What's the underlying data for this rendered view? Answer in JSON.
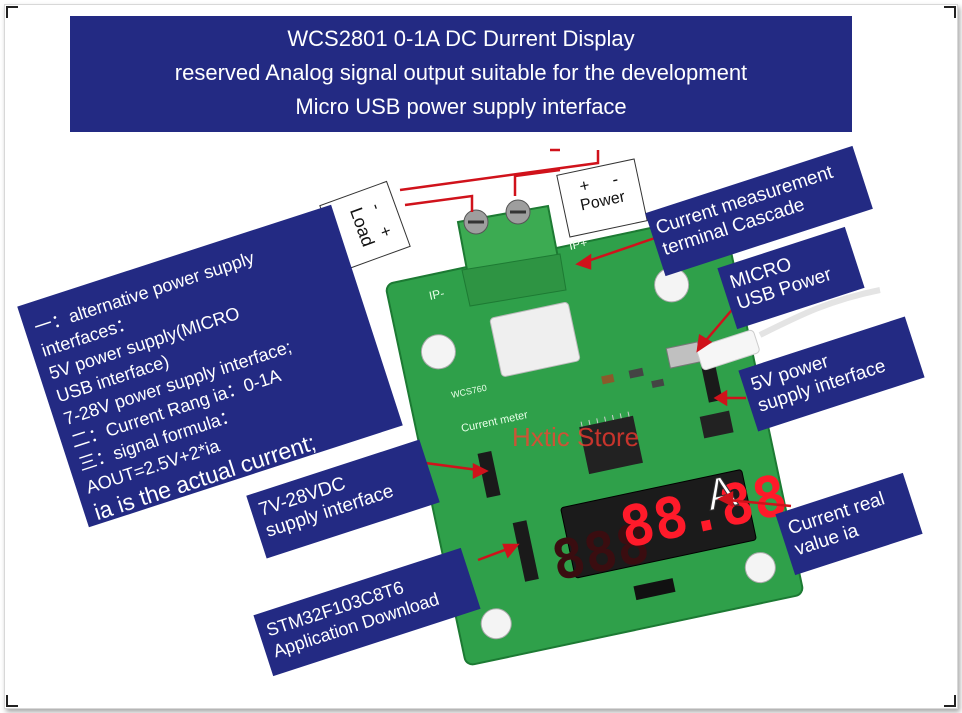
{
  "header": {
    "line1": "WCS2801 0-1A DC Durrent Display",
    "line2": "reserved Analog signal output suitable for the development",
    "line3": "Micro USB power supply interface"
  },
  "left_panel": {
    "lines": [
      "一：alternative power supply",
      "interfaces：",
      "5V power supply(MICRO",
      "USB interface)",
      "7-28V power supply interface;",
      "二：Current Rang ia：0-1A",
      "三：signal formula：",
      "AOUT=2.5V+2*ia",
      "ia is the actual current;"
    ]
  },
  "callouts": {
    "load_minus": "-",
    "load_plus": "+",
    "load_label": "Load",
    "power_plus": "+",
    "power_minus": "-",
    "power_label": "Power",
    "current_measurement": [
      "Current measurement",
      "terminal Cascade"
    ],
    "micro_usb": [
      "MICRO",
      "USB Power"
    ],
    "five_v": [
      "5V power",
      "supply interface"
    ],
    "seven_v": [
      "7V-28VDC",
      "supply interface"
    ],
    "current_real": [
      "Current real",
      "value ia"
    ],
    "stm32": [
      "STM32F103C8T6",
      "Application  Download"
    ]
  },
  "board": {
    "display_digits": "88.88",
    "unit": "A",
    "watermark": "Hxtic Store",
    "silk_ip_minus": "IP-",
    "silk_ip_plus": "IP+",
    "silk_model": "WCS760",
    "silk_current_meter": "Current meter"
  },
  "colors": {
    "label_bg": "#232a83",
    "pcb_green": "#2fa04a",
    "arrow_red": "#d0121b",
    "digit_red": "#ff1a2a"
  }
}
